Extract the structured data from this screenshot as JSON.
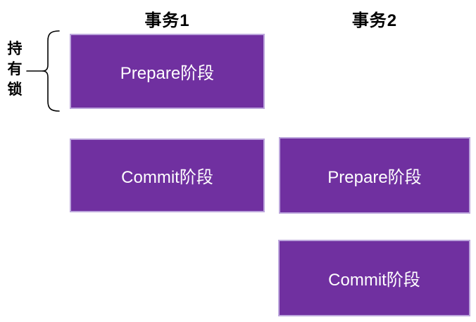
{
  "diagram": {
    "type": "two-phase-commit-timeline",
    "columns": [
      {
        "title": "事务1"
      },
      {
        "title": "事务2"
      }
    ],
    "lock_label": "持有锁",
    "boxes": [
      {
        "column": "事务1",
        "row": 1,
        "label": "Prepare阶段"
      },
      {
        "column": "事务1",
        "row": 2,
        "label": "Commit阶段"
      },
      {
        "column": "事务2",
        "row": 2,
        "label": "Prepare阶段"
      },
      {
        "column": "事务2",
        "row": 3,
        "label": "Commit阶段"
      }
    ],
    "annotations": [
      {
        "name": "lock-scope-brace",
        "shape": "left-curly-brace",
        "spans": "事务1 Prepare阶段",
        "connects_to": "持有锁"
      }
    ],
    "colors": {
      "background": "#FFFFFF",
      "box_fill": "#7030A0",
      "box_border": "#BCA6DC",
      "box_text": "#FFFFFF",
      "title_text": "#000000",
      "line": "#000000"
    }
  }
}
